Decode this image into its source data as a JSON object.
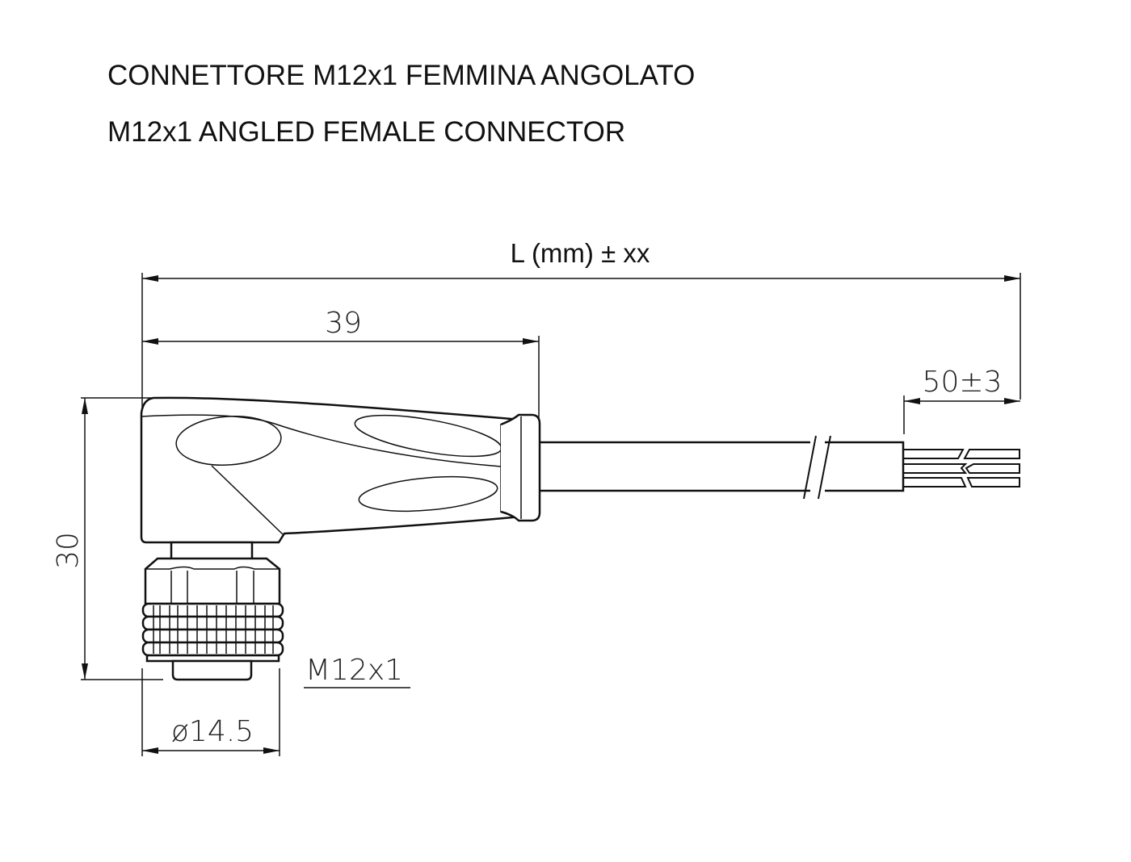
{
  "title": {
    "line_it": "CONNETTORE M12x1 FEMMINA ANGOLATO",
    "line_en": "M12x1 ANGLED FEMALE CONNECTOR"
  },
  "dimensions": {
    "total_length": "L (mm) ± xx",
    "body_length": "39",
    "strip_length": "50±3",
    "height": "30",
    "diameter": "ø14.5",
    "thread": "M12x1"
  },
  "colors": {
    "line": "#111111",
    "background": "#ffffff"
  }
}
